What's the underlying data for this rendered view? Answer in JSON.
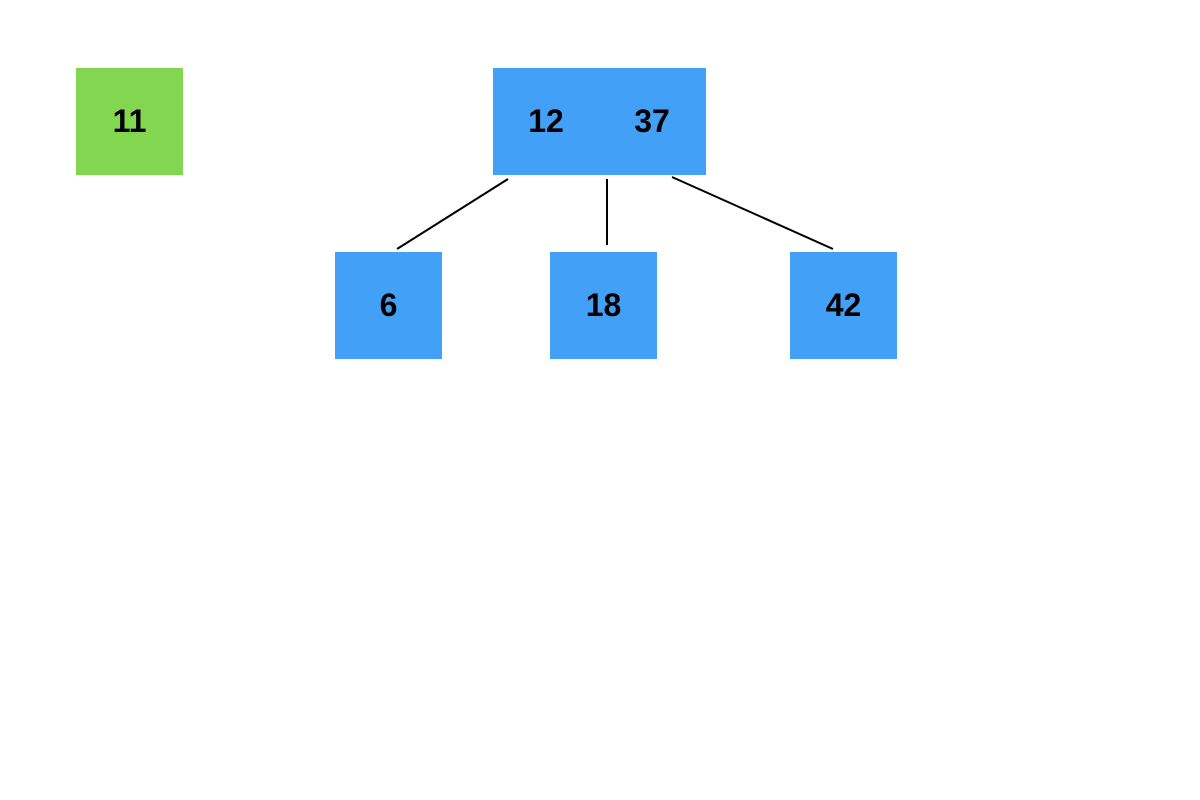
{
  "colors": {
    "insert_node": "#83d650",
    "tree_node": "#43a0f7",
    "edge": "#000000",
    "text": "#000000"
  },
  "pending_node": {
    "value": "11"
  },
  "tree": {
    "root": {
      "keys": [
        "12",
        "37"
      ]
    },
    "children": [
      {
        "value": "6"
      },
      {
        "value": "18"
      },
      {
        "value": "42"
      }
    ]
  }
}
